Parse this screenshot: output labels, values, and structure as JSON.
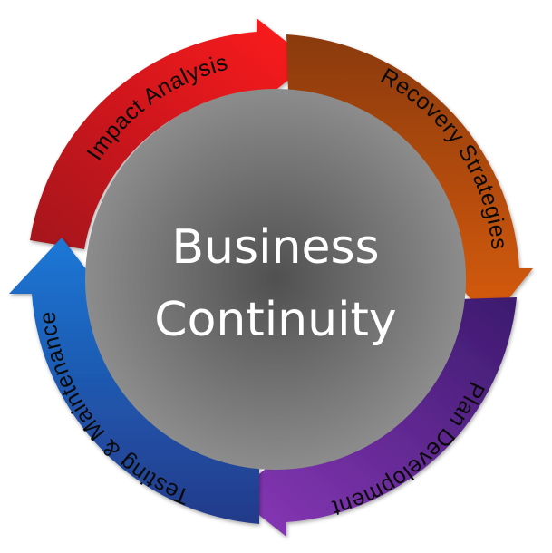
{
  "center": {
    "line1": "Business",
    "line2": "Continuity",
    "color": "#6b6b6b"
  },
  "stages": [
    {
      "label": "Impact Analysis",
      "color": "#e8141a",
      "icon": "arrow-clockwise"
    },
    {
      "label": "Recovery Strategies",
      "color": "#c55a11",
      "icon": "arrow-clockwise"
    },
    {
      "label": "Plan Development",
      "color": "#6a2a9c",
      "icon": "arrow-clockwise"
    },
    {
      "label": "Testing & Maintenance",
      "color": "#1565c0",
      "icon": "arrow-clockwise"
    }
  ]
}
